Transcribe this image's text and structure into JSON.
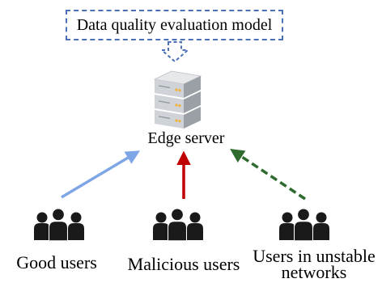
{
  "model_box": {
    "label": "Data quality evaluation model"
  },
  "server": {
    "label": "Edge server"
  },
  "groups": [
    {
      "label": "Good users"
    },
    {
      "label": "Malicious users"
    },
    {
      "label_line1": "Users in unstable",
      "label_line2": "networks"
    }
  ],
  "colors": {
    "box_border": "#4a70b6",
    "good_arrow": "#7ea6e6",
    "malicious_arrow": "#c00000",
    "unstable_arrow": "#2e6b2e",
    "people": "#1a1a1a"
  }
}
